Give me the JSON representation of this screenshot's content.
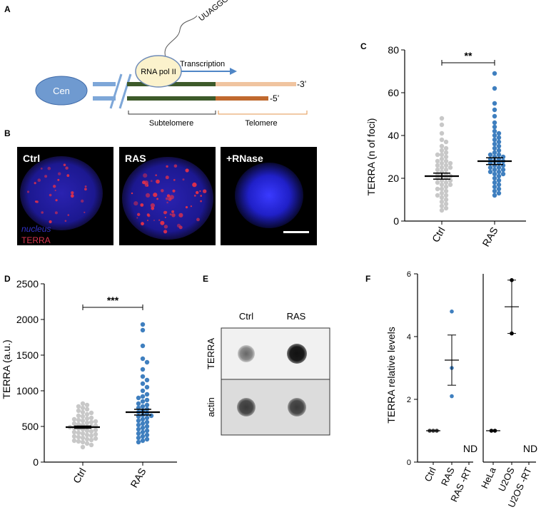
{
  "panels": {
    "a": "A",
    "b": "B",
    "c": "C",
    "d": "D",
    "e": "E",
    "f": "F"
  },
  "diagram_a": {
    "cen": "Cen",
    "polymerase": "RNA pol II",
    "transcript": "UUAGGG",
    "transcription": "Transcription",
    "strand_top_end": "-3’",
    "strand_bottom_end": "-5’",
    "subtelomere": "Subtelomere",
    "telomere": "Telomere"
  },
  "micrographs": {
    "ctrl": "Ctrl",
    "ras": "RAS",
    "rnase": "+RNase",
    "legend_nucleus": "nucleus",
    "legend_terra": "TERRA"
  },
  "blot_e": {
    "col_ctrl": "Ctrl",
    "col_ras": "RAS",
    "row_terra": "TERRA",
    "row_actin": "actin"
  },
  "colors": {
    "ctrl_points": "#c8c8c8",
    "ras_points": "#3f7fbf",
    "nucleus": "#1a1aa6",
    "foci": "#e0304a"
  },
  "chart_data": [
    {
      "id": "C",
      "type": "scatter",
      "ylabel": "TERRA (n of foci)",
      "categories": [
        "Ctrl",
        "RAS"
      ],
      "ylim": [
        0,
        80
      ],
      "yticks": [
        0,
        20,
        40,
        60,
        80
      ],
      "significance": "**",
      "series": [
        {
          "values": [
            48,
            45,
            41,
            38,
            37,
            35,
            34,
            33,
            32,
            31,
            31,
            30,
            29,
            28,
            28,
            27,
            27,
            26,
            26,
            25,
            25,
            24,
            24,
            23,
            22,
            22,
            21,
            21,
            20,
            20,
            19,
            19,
            18,
            18,
            17,
            17,
            16,
            15,
            15,
            14,
            13,
            12,
            12,
            11,
            10,
            9,
            8,
            7,
            6,
            5
          ]
        },
        {
          "values": [
            69,
            62,
            55,
            52,
            49,
            46,
            44,
            42,
            41,
            40,
            39,
            38,
            37,
            36,
            35,
            34,
            33,
            32,
            31,
            31,
            30,
            30,
            29,
            29,
            28,
            28,
            27,
            27,
            26,
            26,
            25,
            25,
            24,
            24,
            23,
            23,
            22,
            22,
            21,
            20,
            19,
            18,
            17,
            16,
            15,
            14,
            13,
            12
          ]
        }
      ],
      "mean": [
        21,
        28
      ],
      "sem": [
        1.4,
        1.6
      ]
    },
    {
      "id": "D",
      "type": "scatter",
      "ylabel": "TERRA (a.u.)",
      "categories": [
        "Ctrl",
        "RAS"
      ],
      "ylim": [
        0,
        2500
      ],
      "yticks": [
        0,
        500,
        1000,
        1500,
        2000,
        2500
      ],
      "significance": "***",
      "series": [
        {
          "values": [
            820,
            800,
            780,
            760,
            740,
            720,
            700,
            690,
            670,
            650,
            640,
            620,
            610,
            600,
            590,
            580,
            570,
            560,
            550,
            540,
            530,
            520,
            510,
            500,
            495,
            490,
            480,
            470,
            460,
            450,
            440,
            430,
            420,
            410,
            400,
            390,
            380,
            370,
            360,
            350,
            340,
            330,
            320,
            310,
            300,
            290,
            280,
            260,
            240,
            210
          ]
        },
        {
          "values": [
            1930,
            1850,
            1630,
            1450,
            1400,
            1300,
            1200,
            1150,
            1100,
            1050,
            1000,
            950,
            920,
            900,
            870,
            850,
            820,
            800,
            780,
            760,
            740,
            720,
            700,
            680,
            660,
            650,
            640,
            620,
            600,
            580,
            560,
            540,
            520,
            500,
            480,
            460,
            440,
            420,
            400,
            380,
            360,
            340,
            320,
            300,
            280
          ]
        }
      ],
      "mean": [
        490,
        700
      ],
      "sem": [
        15,
        40
      ]
    },
    {
      "id": "F",
      "type": "scatter",
      "ylabel": "TERRA relative levels",
      "ylim": [
        0,
        6
      ],
      "yticks": [
        0,
        2,
        4,
        6
      ],
      "left": {
        "categories": [
          "Ctrl",
          "RAS",
          "RAS -RT"
        ],
        "points": [
          [
            1,
            1,
            1
          ],
          [
            4.8,
            3.0,
            2.1
          ],
          []
        ],
        "mean": [
          1,
          3.25,
          null
        ],
        "sem": [
          0,
          0.8,
          null
        ],
        "nd": "ND"
      },
      "right": {
        "categories": [
          "HeLa",
          "U2OS",
          "U2OS -RT"
        ],
        "points": [
          [
            1,
            1
          ],
          [
            5.8,
            4.1
          ],
          []
        ],
        "mean": [
          1,
          4.95,
          null
        ],
        "sem": [
          0,
          0.85,
          null
        ],
        "nd": "ND"
      }
    }
  ]
}
